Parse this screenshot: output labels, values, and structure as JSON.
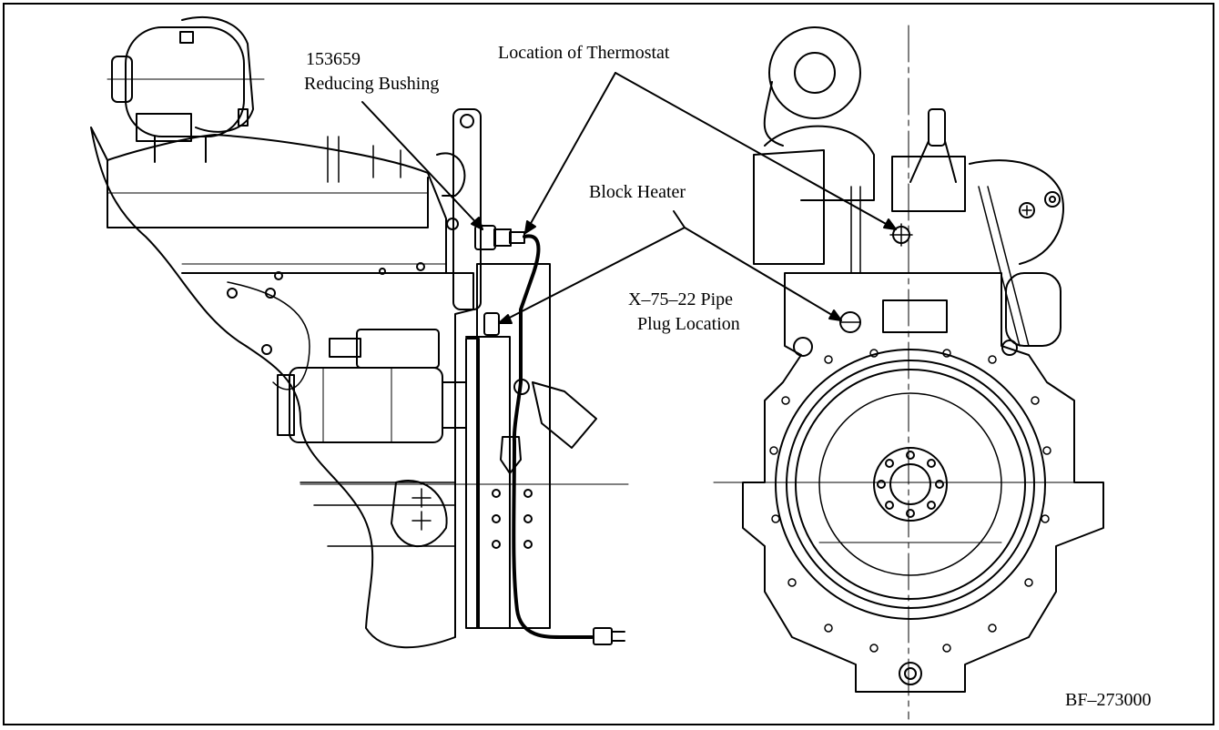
{
  "callouts": {
    "part_number": "153659",
    "part_name": "Reducing Bushing",
    "thermostat": "Location of Thermostat",
    "block_heater": "Block Heater",
    "pipe_plug_line1": "X–75–22 Pipe",
    "pipe_plug_line2": "Plug Location"
  },
  "figure_id": "BF–273000",
  "colors": {
    "ink": "#000000",
    "paper": "#ffffff"
  }
}
